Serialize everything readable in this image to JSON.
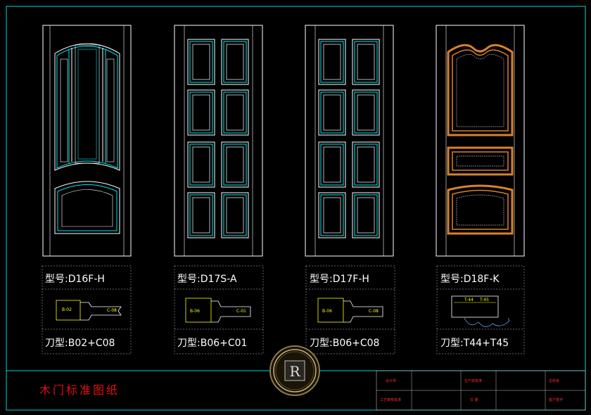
{
  "drawing_title": "木门标准图纸",
  "doors": [
    {
      "model_label": "型号:D16F-H",
      "tool_label": "刀型:B02+C08",
      "profile_left": "B-02",
      "profile_right": "C-08"
    },
    {
      "model_label": "型号:D17S-A",
      "tool_label": "刀型:B06+C01",
      "profile_left": "B-06",
      "profile_right": "C-01"
    },
    {
      "model_label": "型号:D17F-H",
      "tool_label": "刀型:B06+C08",
      "profile_left": "B-06",
      "profile_right": "C-08"
    },
    {
      "model_label": "型号:D18F-K",
      "tool_label": "刀型:T44+T45",
      "profile_left": "T-44",
      "profile_right": "T-45"
    }
  ],
  "logo_text": "R",
  "title_block": {
    "designer": "设计师",
    "process_review": "工艺审核批准",
    "production_manager": "生产部批准",
    "date": "日  期",
    "approved": "总经批",
    "confirm": "客户签字"
  },
  "colors": {
    "line": "#ffffff",
    "cyan": "#00e5ee",
    "orange": "#d9822b",
    "yellow": "#ffff00",
    "border": "#00d4d4",
    "title": "#e01010"
  }
}
